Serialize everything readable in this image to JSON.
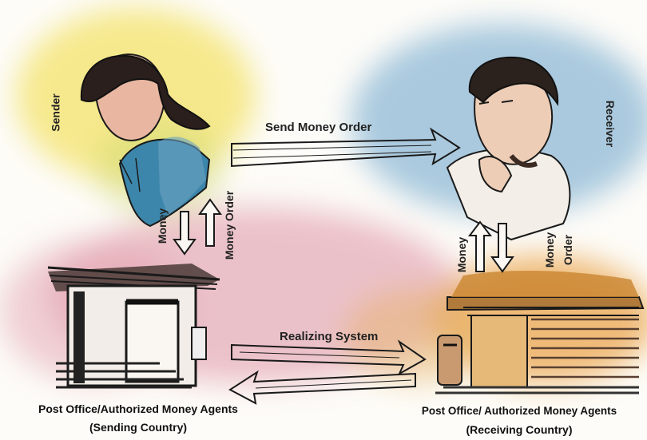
{
  "labels": {
    "sender": "Sender",
    "receiver": "Receiver",
    "send_money_order": "Send Money Order",
    "money_left": "Money",
    "money_order_left": "Money Order",
    "money_right": "Money",
    "money_order_right_1": "Money",
    "money_order_right_2": "Order",
    "realizing_system": "Realizing System",
    "post_office_left_1": "Post Office/Authorized Money Agents",
    "post_office_left_2": "(Sending Country)",
    "post_office_right_1": "Post Office/ Authorized Money Agents",
    "post_office_right_2": "(Receiving Country)"
  },
  "colors": {
    "sender_wash": "#f2e36a",
    "sender_shirt": "#3f84a8",
    "receiver_wash": "#7fb1d3",
    "ground_wash": "#d9869b",
    "office_right_wash": "#e9a548",
    "ink": "#1a1a1a"
  }
}
